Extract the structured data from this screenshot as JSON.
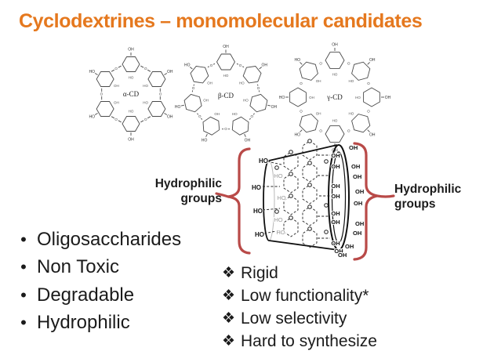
{
  "slide": {
    "title": "Cyclodextrines – monomolecular candidates",
    "structures": [
      {
        "label": "α-CD",
        "units": 6
      },
      {
        "label": "β-CD",
        "units": 7
      },
      {
        "label": "γ-CD",
        "units": 8
      }
    ],
    "cone": {
      "left_label": [
        "Hydrophilic",
        "groups"
      ],
      "right_label": [
        "Hydrophilic",
        "groups"
      ],
      "left_atom_label": "HO",
      "right_atom_label": "OH",
      "oxygen_label": "O"
    },
    "left_bullet_char": "•",
    "right_bullet_char": "❖",
    "left_bullets": [
      "Oligosaccharides",
      "Non Toxic",
      "Degradable",
      "Hydrophilic"
    ],
    "right_bullets": [
      "Rigid",
      "Low functionality*",
      "Low selectivity",
      "Hard to synthesize"
    ],
    "colors": {
      "title": "#E5781E",
      "brace": "#B94A48",
      "text": "#1B1B1B",
      "structure_stroke": "#4A4A4A",
      "faded_atom": "#9A9A9A"
    }
  }
}
